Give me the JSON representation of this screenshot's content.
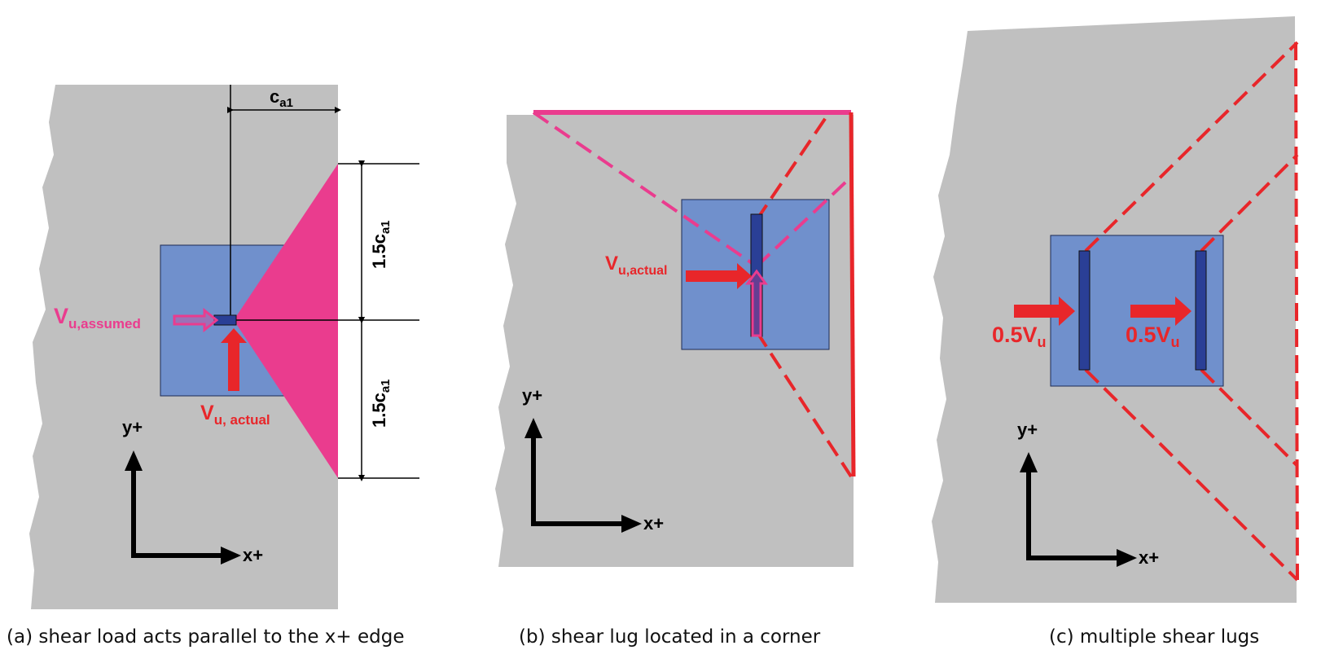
{
  "colors": {
    "concrete": "#c0c0c0",
    "plate": "#7090cc",
    "lug": "#2a3f96",
    "pink": "#ea3c8e",
    "red": "#e8262a",
    "black": "#000000"
  },
  "panel_a": {
    "dim_top": {
      "main": "c",
      "sub": "a1"
    },
    "dim_upper": {
      "main": "1.5c",
      "sub": "a1"
    },
    "dim_lower": {
      "main": "1.5c",
      "sub": "a1"
    },
    "v_assumed": {
      "main": "V",
      "sub": "u,assumed"
    },
    "v_actual": {
      "main": "V",
      "sub": "u, actual"
    },
    "y_axis": "y+",
    "x_axis": "x+",
    "caption": "(a) shear load acts parallel to the x+ edge"
  },
  "panel_b": {
    "v_actual": {
      "main": "V",
      "sub": "u,actual"
    },
    "y_axis": "y+",
    "x_axis": "x+",
    "caption": "(b) shear lug located in a corner"
  },
  "panel_c": {
    "load_left": {
      "main": "0.5V",
      "sub": "u"
    },
    "load_right": {
      "main": "0.5V",
      "sub": "u"
    },
    "y_axis": "y+",
    "x_axis": "x+",
    "caption": "(c) multiple shear lugs"
  }
}
